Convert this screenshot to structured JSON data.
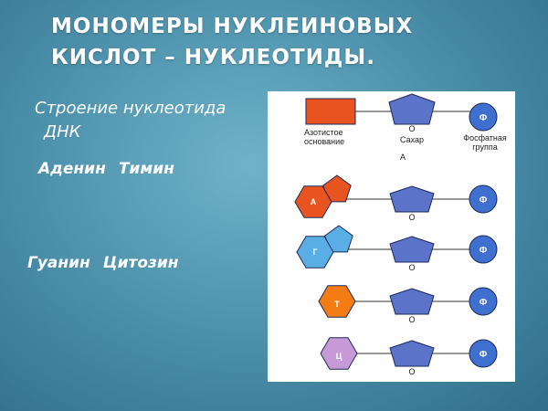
{
  "title": {
    "line1": "МОНОМЕРЫ НУКЛЕИНОВЫХ",
    "line2": "КИСЛОТ – НУКЛЕОТИДЫ."
  },
  "subtitle": {
    "line1": "Строение нуклеотида",
    "line2": "ДНК"
  },
  "bases_row1": [
    "Аденин",
    "Тимин"
  ],
  "bases_row2": [
    "Гуанин",
    "Цитозин"
  ],
  "diagram": {
    "legend": {
      "base_label_line1": "Азотистое",
      "base_label_line2": "основание",
      "sugar_label": "Сахар",
      "sugar_mark": "О",
      "phosphate_mark": "Ф",
      "phosphate_label_line1": "Фосфатная",
      "phosphate_label_line2": "группа",
      "example_label": "А"
    },
    "nucleotides": [
      {
        "base_letter": "А",
        "base_shape": "double-ring",
        "color": "#e8531f"
      },
      {
        "base_letter": "Г",
        "base_shape": "double-ring",
        "color": "#5aaee6"
      },
      {
        "base_letter": "Т",
        "base_shape": "single-ring",
        "color": "#f47c14"
      },
      {
        "base_letter": "Ц",
        "base_shape": "single-ring",
        "color": "#c59ad6"
      }
    ],
    "sugar_color": "#5b73c9",
    "phosphate_color": "#3f6fcf",
    "legend_base_color": "#e8531f"
  }
}
